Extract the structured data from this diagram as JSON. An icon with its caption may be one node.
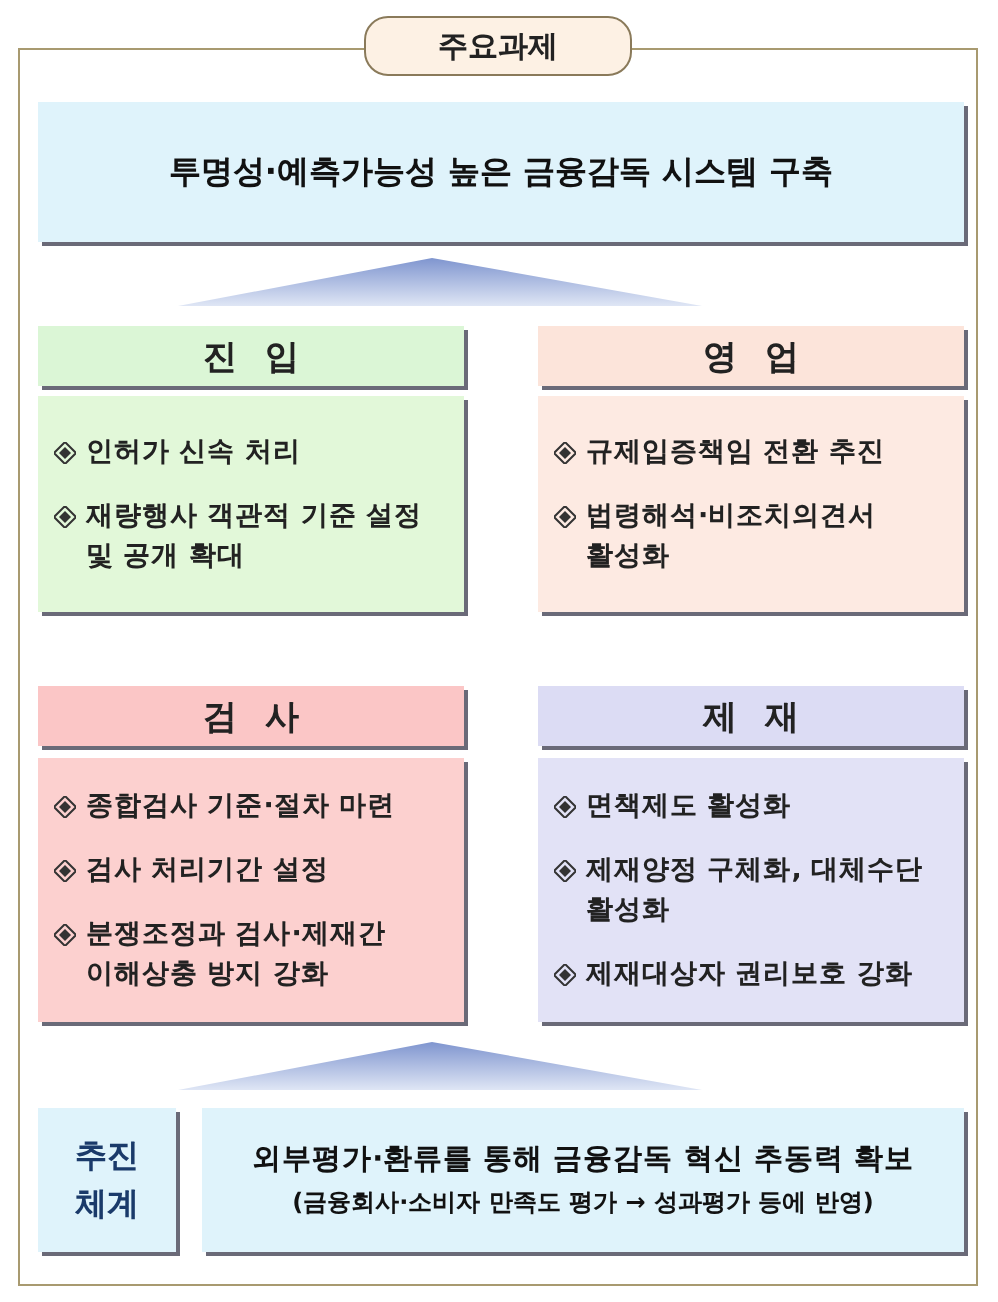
{
  "diagram": {
    "nodes": [
      {
        "text": [
          "주요과제"
        ]
      },
      {
        "text": [
          "투명성·예측가능성 높은 금융감독 시스템 구축"
        ],
        "in": 0
      },
      {
        "text": [],
        "shape": "triangle",
        "in": 0
      },
      {
        "text": [
          "진 입"
        ],
        "in": 0
      },
      {
        "text": [
          "인허가 신속 처리",
          "재량행사 객관적 기준 설정 및 공개 확대"
        ],
        "in": 0
      },
      {
        "text": [
          "영 업"
        ],
        "in": 0
      },
      {
        "text": [
          "규제입증책임 전환 추진",
          "법령해석·비조치의견서 활성화"
        ],
        "in": 0
      },
      {
        "text": [
          "검 사"
        ],
        "in": 0
      },
      {
        "text": [
          "종합검사 기준·절차 마련",
          "검사 처리기간 설정",
          "분쟁조정과 검사·제재간 이해상충 방지 강화"
        ],
        "in": 0
      },
      {
        "text": [
          "제 재"
        ],
        "in": 0
      },
      {
        "text": [
          "면책제도 활성화",
          "제재양정 구체화, 대체수단 활성화",
          "제재대상자 권리보호 강화"
        ],
        "in": 0
      },
      {
        "text": [],
        "shape": "triangle",
        "in": 0
      },
      {
        "text": [
          "추진 체계"
        ],
        "in": 0
      },
      {
        "text": [
          "외부평가·환류를 통해 금융감독 혁신 추동력 확보",
          "(금융회사·소비자 만족도 평가 → 성과평가 등에 반영)"
        ],
        "in": 0
      }
    ]
  }
}
